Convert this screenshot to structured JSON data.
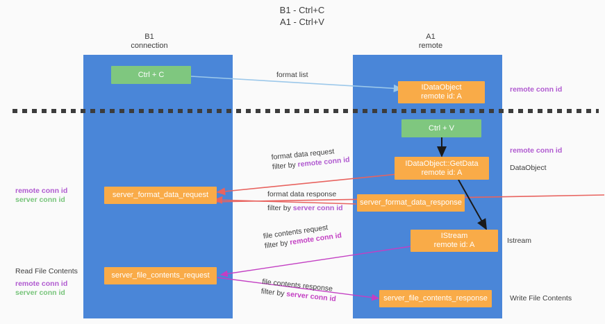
{
  "title": {
    "line1": "B1 - Ctrl+C",
    "line2": "A1 - Ctrl+V"
  },
  "lanes": [
    {
      "name": "left",
      "title": "B1",
      "subtitle": "connection"
    },
    {
      "name": "right",
      "title": "A1",
      "subtitle": "remote"
    }
  ],
  "boxes": {
    "ctrl_c": {
      "line1": "Ctrl + C",
      "line2": "",
      "color": "#7fc77f"
    },
    "idataobject_remote": {
      "line1": "IDataObject",
      "line2": "remote id: A",
      "color": "#f9ab48"
    },
    "ctrl_v": {
      "line1": "Ctrl + V",
      "line2": "",
      "color": "#7fc77f"
    },
    "getdata": {
      "line1": "IDataObject::GetData",
      "line2": "remote id: A",
      "color": "#f9ab48"
    },
    "server_format_data_request": {
      "line1": "server_format_data_request",
      "line2": "",
      "color": "#f9ab48"
    },
    "server_format_data_response": {
      "line1": "server_format_data_response",
      "line2": "",
      "color": "#f9ab48"
    },
    "istream": {
      "line1": "IStream",
      "line2": "remote id: A",
      "color": "#f9ab48"
    },
    "server_file_contents_request": {
      "line1": "server_file_contents_request",
      "line2": "",
      "color": "#f9ab48"
    },
    "server_file_contents_response": {
      "line1": "server_file_contents_response",
      "line2": "",
      "color": "#f9ab48"
    }
  },
  "edge_labels": {
    "format_list": "format list",
    "format_data_request": "format data request",
    "format_data_request_filter_prefix": "filter by ",
    "format_data_request_filter_key": "remote conn id",
    "format_data_response": "format data response",
    "format_data_response_filter_prefix": "filter by ",
    "format_data_response_filter_key": "server conn id",
    "file_contents_request": "file contents request",
    "file_contents_request_filter_prefix": "filter by ",
    "file_contents_request_filter_key": "remote conn id",
    "file_contents_response": "file contents response",
    "file_contents_response_filter_prefix": "filter by ",
    "file_contents_response_filter_key": "server conn id"
  },
  "side_labels": {
    "right_remote_conn_id_1": "remote conn id",
    "right_remote_conn_id_2": "remote conn id",
    "right_dataobject": "DataObject",
    "right_istream": "Istream",
    "right_write_file_contents": "Write File Contents",
    "left_remote_conn_id": "remote conn id",
    "left_server_conn_id": "server conn id",
    "left_read_file_contents": "Read File Contents",
    "left_remote_conn_id_2": "remote conn id",
    "left_server_conn_id_2": "server conn id"
  },
  "colors": {
    "lane": "#4a86d8",
    "green_box": "#7fc77f",
    "orange_box": "#f9ab48",
    "purple_text": "#b05ad0",
    "green_text": "#77c47a",
    "magenta_text": "#c33fc3",
    "blue_arrow": "#9cc8ea",
    "red_arrow": "#e8635f",
    "black_arrow": "#1a1a1a",
    "divider": "#3c3c3c",
    "background": "#fafafa"
  }
}
